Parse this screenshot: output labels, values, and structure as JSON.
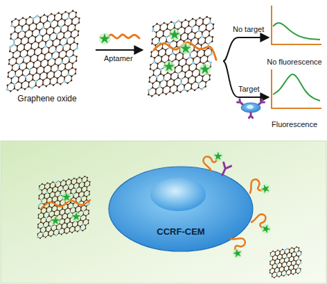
{
  "diagram": {
    "nodes": [
      {
        "text": [
          "Graphene oxide"
        ]
      },
      {
        "text": [
          "No fluorescence"
        ]
      },
      {
        "text": [
          "Fluorescence"
        ]
      },
      {
        "text": [
          "CCRF-CEM"
        ]
      }
    ],
    "labels": [
      "Aptamer",
      "No target",
      "Target"
    ]
  }
}
